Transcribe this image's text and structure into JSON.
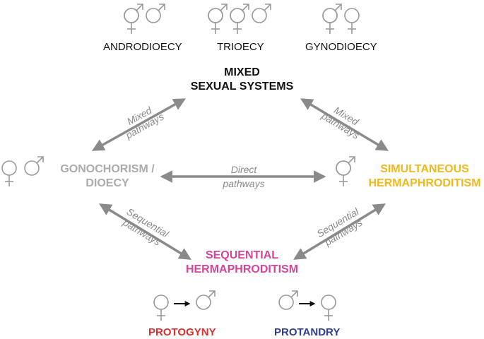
{
  "colors": {
    "symbol": "#9a9a9a",
    "arrow": "#8a8a8a",
    "mixed": "#111111",
    "gonochorism": "#ababab",
    "simultaneous": "#f1b81c",
    "sequential": "#d2459c",
    "protogyny": "#d9302b",
    "protandry": "#2e3e93"
  },
  "icons": {
    "female": "female-sign-icon",
    "male": "male-sign-icon",
    "hermaphrodite": "hermaphrodite-sign-icon"
  },
  "mixed_systems": [
    "ANDRODIOECY",
    "TRIOECY",
    "GYNODIOECY"
  ],
  "nodes": {
    "mixed": {
      "line1": "MIXED",
      "line2": "SEXUAL SYSTEMS"
    },
    "gonochorism": {
      "line1": "GONOCHORISM /",
      "line2": "DIOECY"
    },
    "simultaneous": {
      "line1": "SIMULTANEOUS",
      "line2": "HERMAPHRODITISM"
    },
    "sequential": {
      "line1": "SEQUENTIAL",
      "line2": "HERMAPHRODITISM"
    }
  },
  "pathways": {
    "mixed_left": {
      "line1": "Mixed",
      "line2": "pathways"
    },
    "mixed_right": {
      "line1": "Mixed",
      "line2": "pathways"
    },
    "direct": {
      "line1": "Direct",
      "line2": "pathways"
    },
    "sequential_left": {
      "line1": "Sequential",
      "line2": "pathways"
    },
    "sequential_right": {
      "line1": "Sequential",
      "line2": "pathways"
    }
  },
  "subtypes": {
    "protogyny": "PROTOGYNY",
    "protandry": "PROTANDRY"
  }
}
